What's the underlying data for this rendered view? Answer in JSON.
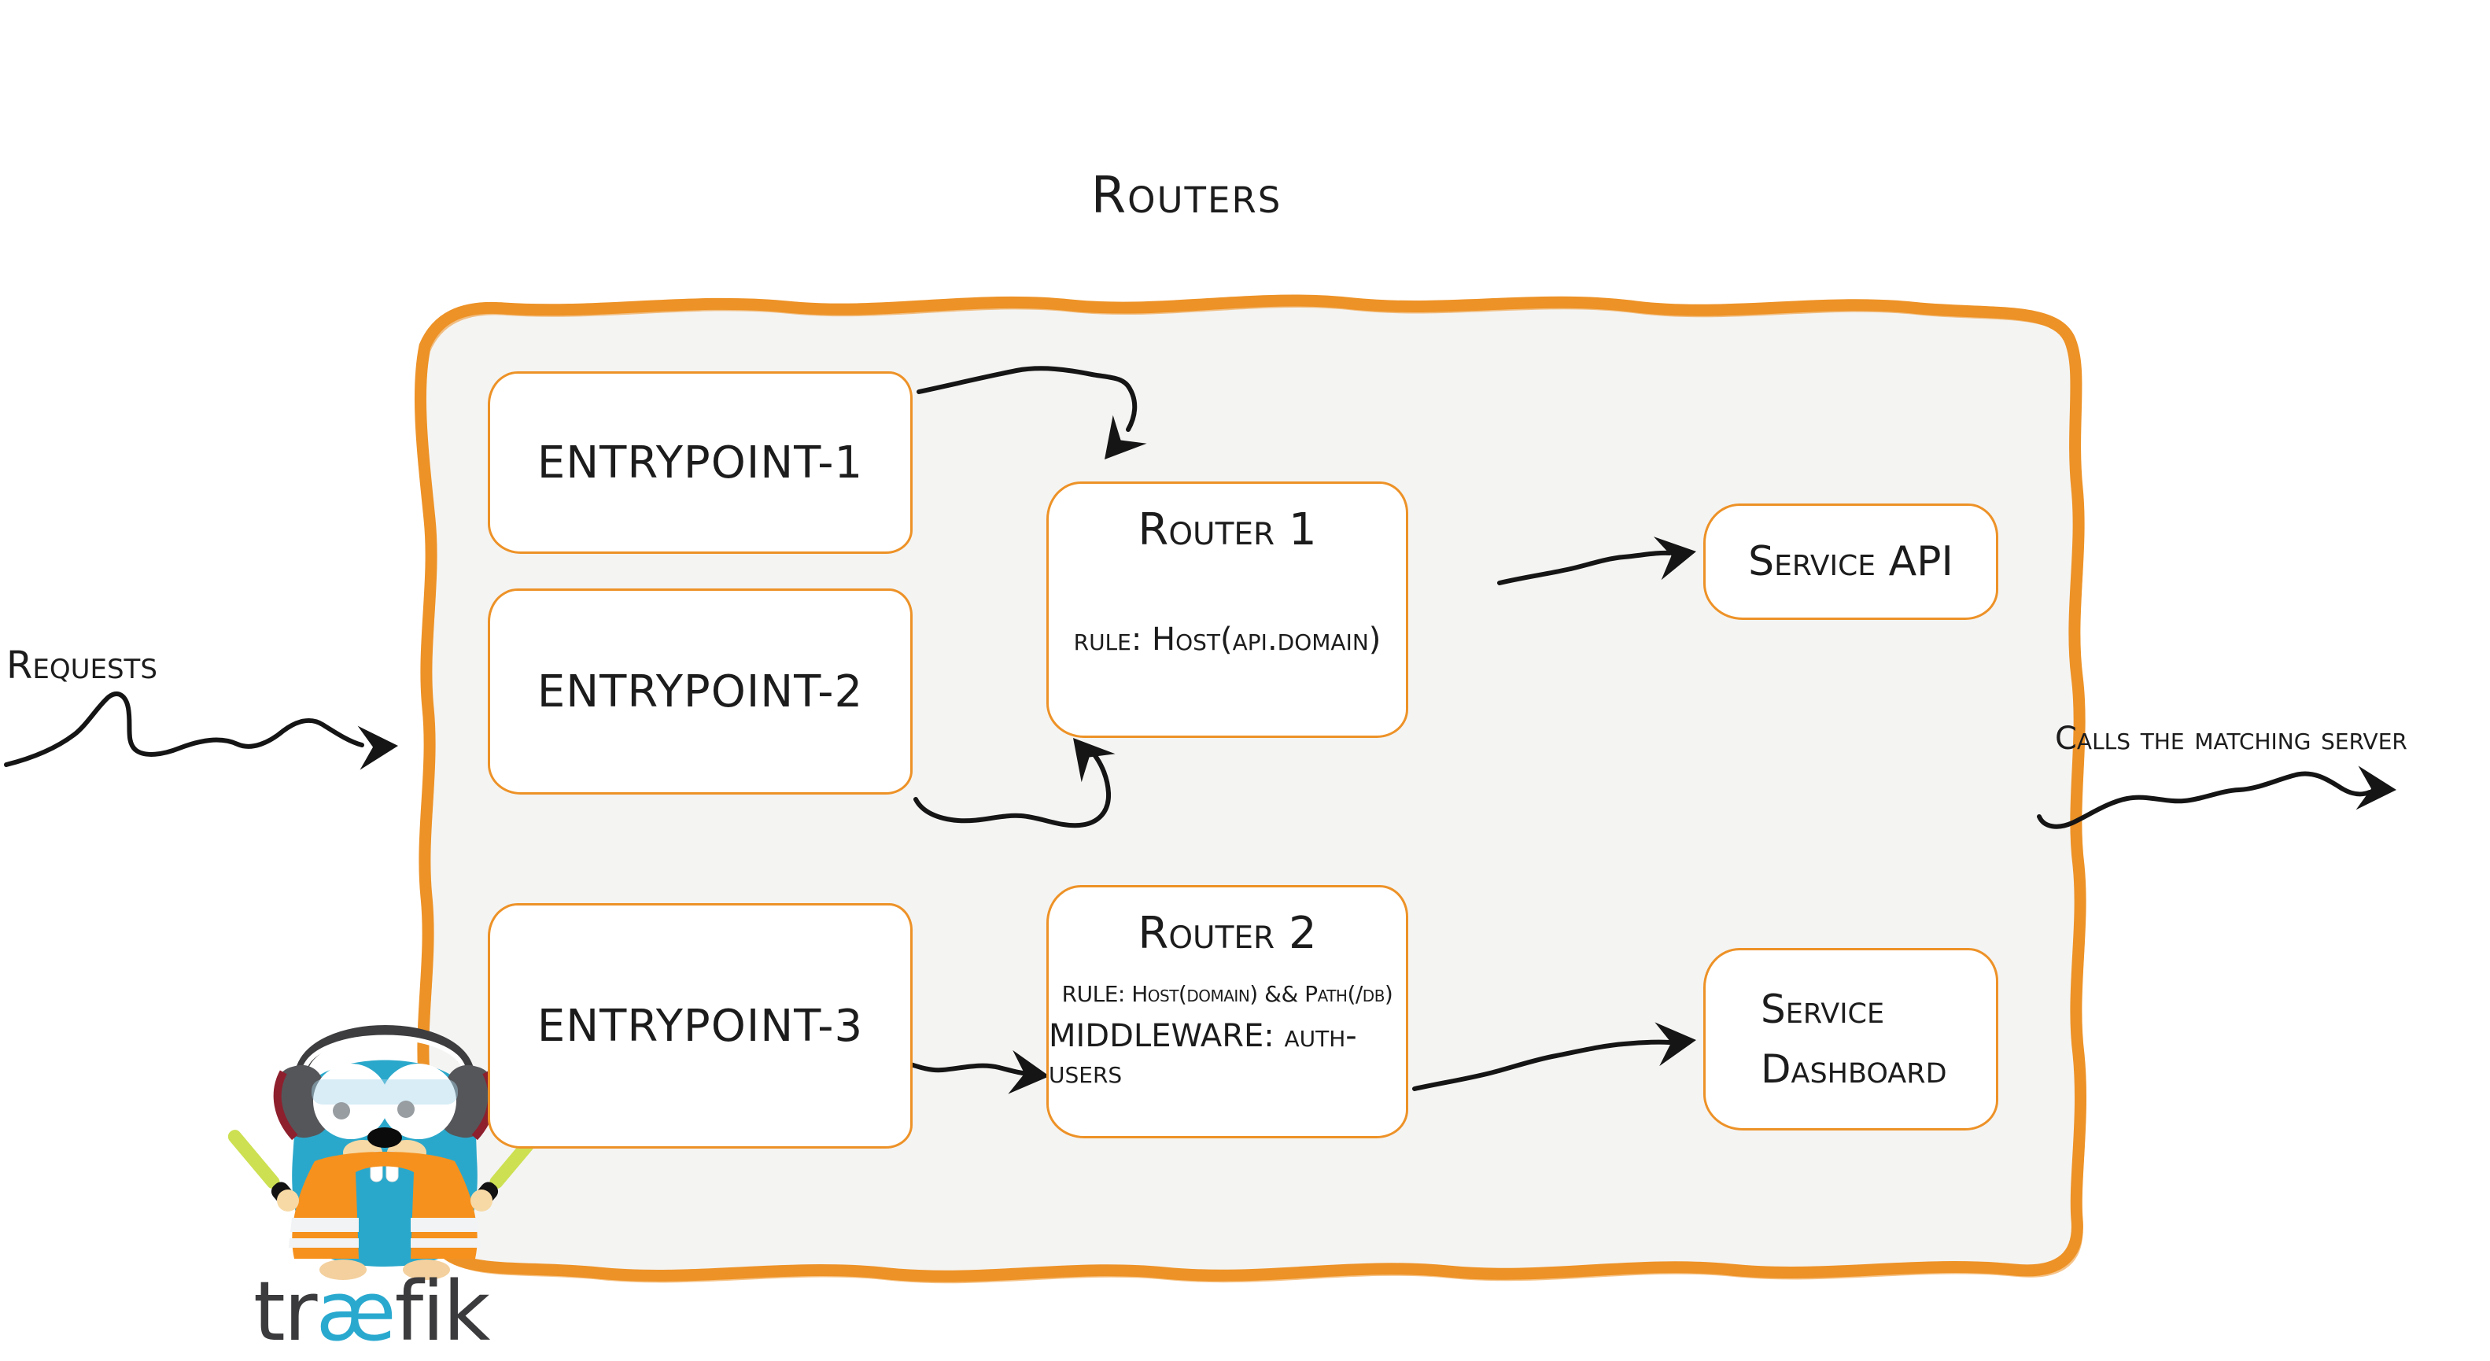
{
  "title": "Routers",
  "side_labels": {
    "requests": "Requests",
    "calls_matching_server": "Calls the matching server"
  },
  "entrypoints": [
    {
      "label": "entrypoint-1"
    },
    {
      "label": "entrypoint-2"
    },
    {
      "label": "entrypoint-3"
    }
  ],
  "routers": [
    {
      "title": "Router 1",
      "rule": "rule: Host(api.domain)"
    },
    {
      "title": "Router 2",
      "rule": "RULE: Host(domain) && Path(/db)",
      "middleware": "MIDDLEWARE: auth-users"
    }
  ],
  "services": [
    {
      "label": "Service API"
    },
    {
      "label": "Service Dashboard",
      "line1": "Service",
      "line2": "Dashboard"
    }
  ],
  "logo": {
    "wordmark_pre": "tr",
    "wordmark_ae": "æ",
    "wordmark_post": "fik"
  },
  "arrows": [
    "requests-in",
    "entrypoint1-to-router1",
    "entrypoint2-to-router1",
    "entrypoint3-to-router2",
    "router1-to-service-api",
    "router2-to-service-dashboard",
    "calls-out"
  ],
  "colors": {
    "accent-orange": "#ed9227",
    "container-fill": "#f4f4f3",
    "box-fill": "#ffffff",
    "ink": "#1c1c1c",
    "arrow-black": "#151515",
    "logo-teal": "#2aa8cb",
    "wordmark-gray": "#3b3b3d",
    "wordmark-ae-teal": "#2aa9cf",
    "vest-orange": "#f6911e",
    "baton-green": "#cde052",
    "earcup-gray": "#55565a",
    "earcup-red": "#8e1f2d",
    "muzzle-beige": "#f7d9a5"
  }
}
